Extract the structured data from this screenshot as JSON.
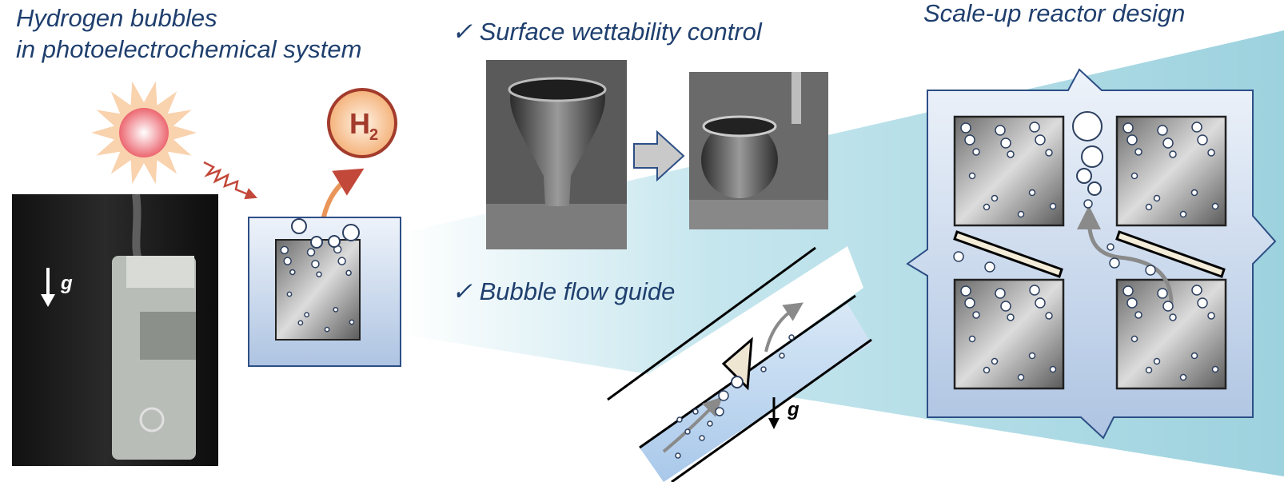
{
  "titles": {
    "main_line1": "Hydrogen bubbles",
    "main_line2": "in photoelectrochemical system",
    "wettability": "✓ Surface wettability control",
    "flow_guide": "✓ Bubble flow guide",
    "scale_up": "Scale-up reactor design"
  },
  "labels": {
    "h2_main": "H",
    "h2_sub": "2",
    "gravity": "g"
  },
  "colors": {
    "title_text": "#1f3f6e",
    "cell_border": "#2d4f86",
    "wedge": "#9fd3df",
    "h2_stroke": "#a33b2c"
  }
}
